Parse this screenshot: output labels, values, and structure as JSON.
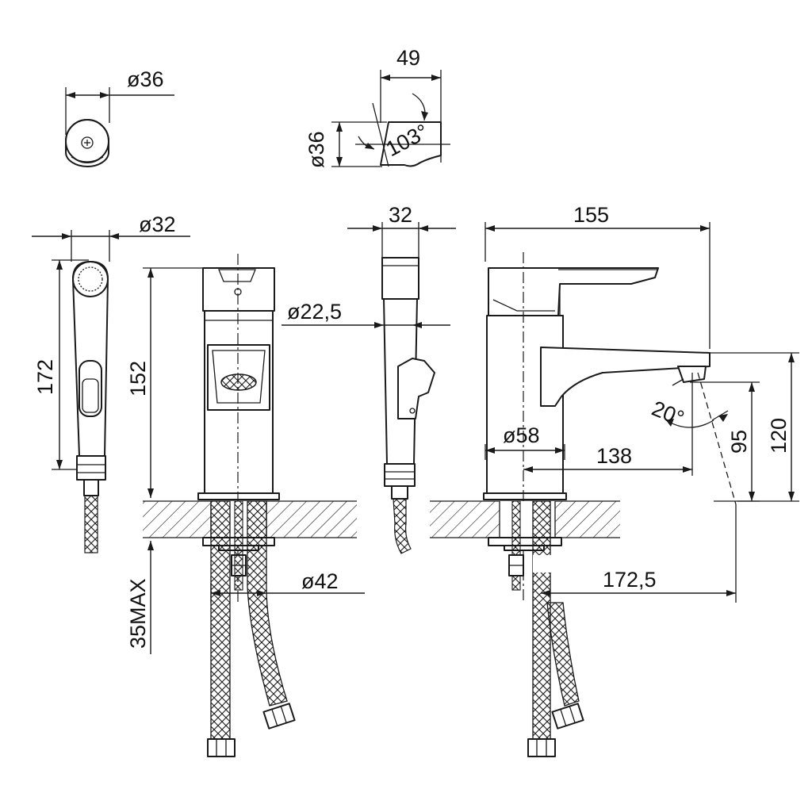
{
  "dimensions": {
    "head_front_diameter": "ø36",
    "spout_length": "49",
    "spout_diameter": "ø36",
    "spout_angle": "103°",
    "hand_shower_diameter": "ø32",
    "hand_shower_length": "172",
    "body_height": "152",
    "body_width": "32",
    "holder_diameter": "ø22,5",
    "mount_depth": "35MAX",
    "flange_diameter": "ø42",
    "overall_length": "155",
    "base_diameter": "ø58",
    "spout_reach": "138",
    "aerator_angle": "20°",
    "spout_height_outlet": "95",
    "spout_height_top": "120",
    "max_reach": "172,5"
  }
}
